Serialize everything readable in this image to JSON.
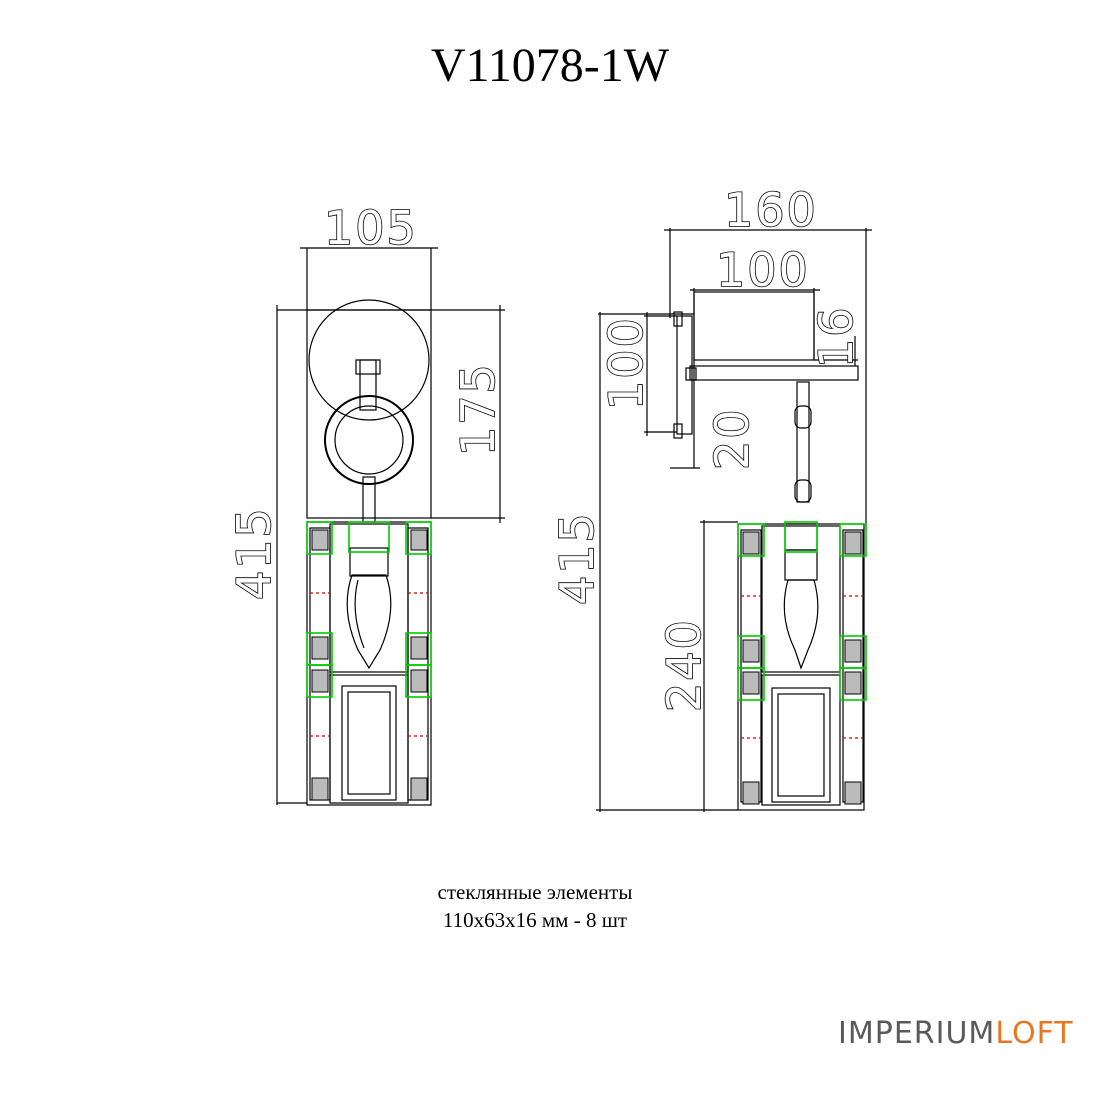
{
  "title": "V11078-1W",
  "front_view": {
    "dims": {
      "width": "105",
      "height_total": "415",
      "backplate_height": "175"
    }
  },
  "side_view": {
    "dims": {
      "depth": "160",
      "mount_width": "100",
      "mount_height": "100",
      "arm": "16",
      "offset": "20",
      "height_total": "415",
      "shade_height": "240"
    }
  },
  "notes": {
    "line1": "стеклянные элементы",
    "line2": "110x63x16 мм - 8 шт"
  },
  "logo": {
    "part1": "IMPERIUM",
    "part2": "LOFT"
  },
  "colors": {
    "line": "#000000",
    "glass_outline": "#00cc00",
    "accent": "#cc0000",
    "logo_orange": "#e87722"
  }
}
